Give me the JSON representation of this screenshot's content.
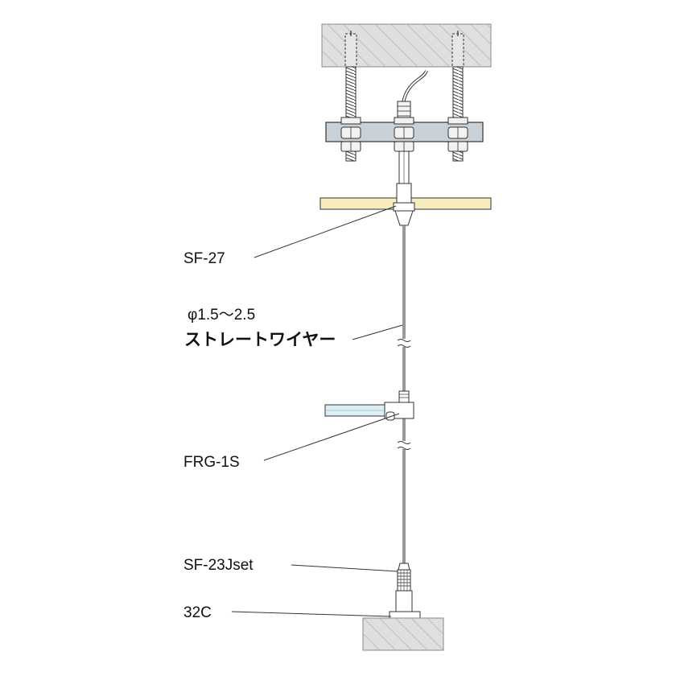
{
  "labels": {
    "sf27": "SF-27",
    "wire_diameter": "φ1.5〜2.5",
    "wire_name": "ストレートワイヤー",
    "frg1s": "FRG-1S",
    "sf23jset": "SF-23Jset",
    "c32": "32C"
  },
  "colors": {
    "ceiling_slab": "#dfdfdf",
    "hatch": "#a8a8a8",
    "steel_plate": "#c9d0d6",
    "ceiling_board": "#f6ecbe",
    "glass_shelf": "#dbeef3",
    "line": "#333333"
  }
}
